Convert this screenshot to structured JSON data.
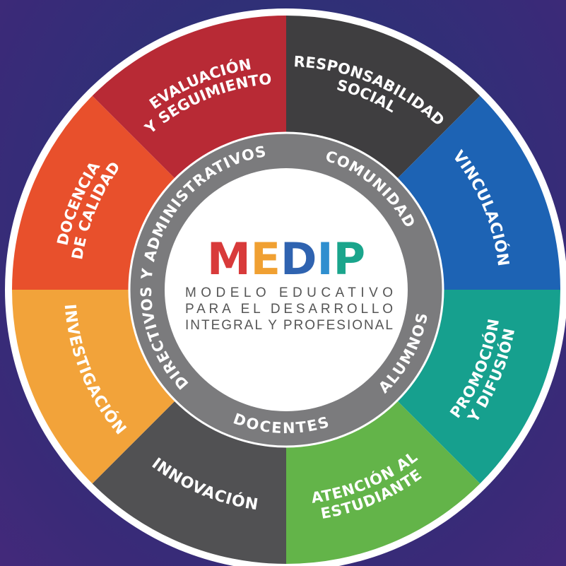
{
  "segments": [
    {
      "lines": [
        "RESPONSABILIDAD",
        "SOCIAL"
      ],
      "color": "#3f3e40"
    },
    {
      "lines": [
        "VINCULACIÓN"
      ],
      "color": "#1d63b4"
    },
    {
      "lines": [
        "PROMOCIÓN",
        "Y DIFUSIÓN"
      ],
      "color": "#16a08e"
    },
    {
      "lines": [
        "ATENCIÓN AL",
        "ESTUDIANTE"
      ],
      "color": "#63b449"
    },
    {
      "lines": [
        "INNOVACIÓN"
      ],
      "color": "#515153"
    },
    {
      "lines": [
        "INVESTIGACIÓN"
      ],
      "color": "#f2a33a"
    },
    {
      "lines": [
        "DOCENCIA",
        "DE CALIDAD"
      ],
      "color": "#e8502c"
    },
    {
      "lines": [
        "EVALUACIÓN",
        "Y SEGUIMIENTO"
      ],
      "color": "#b82a35"
    }
  ],
  "ring": {
    "color": "#7b7b7d",
    "labels": [
      "COMUNIDAD",
      "ALUMNOS",
      "DOCENTES",
      "DIRECTIVOS Y ADMINISTRATIVOS"
    ]
  },
  "center": {
    "logo_letters": [
      {
        "char": "M",
        "color": "#d83a3a"
      },
      {
        "char": "E",
        "color": "#f0a032"
      },
      {
        "char": "D",
        "color": "#2f63b0"
      },
      {
        "char": "I",
        "color": "#2f8fcf"
      },
      {
        "char": "P",
        "color": "#1aa58c"
      }
    ],
    "subtitle_lines": [
      "MODELO EDUCATIVO",
      "PARA EL DESARROLLO",
      "INTEGRAL Y PROFESIONAL"
    ]
  }
}
